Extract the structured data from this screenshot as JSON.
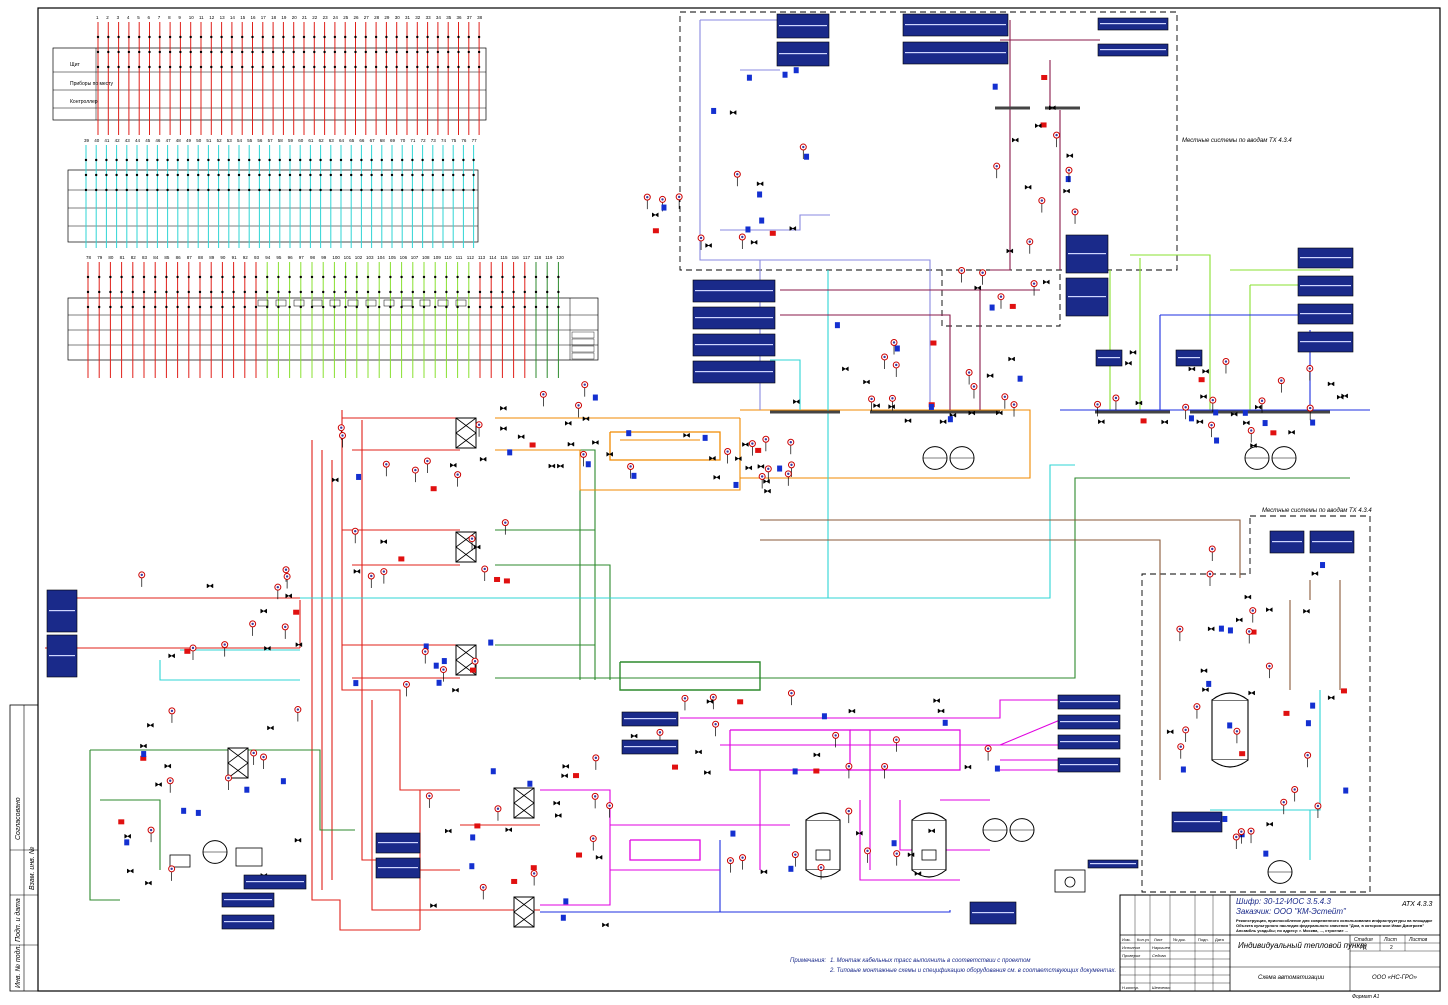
{
  "title_block": {
    "cipher_line": "Шифр: 30-12-ИОС 3.5.4.3",
    "customer_line": "Заказчик: ООО \"КМ-Эстейт\"",
    "sheet_code": "АТХ 4.3.3",
    "description_lines": [
      "Реконструкция, приспособление для современного использования инфраструктуры на площадке",
      "Объекта культурного наследия федерального значения \"Дом, в котором жил Иван Дмитриев\"",
      "Ансамбль усадьбы; по адресу: г. Москва, ..., строение ..."
    ],
    "drawing_title": "Индивидуальный тепловой пункт",
    "drawing_subtitle": "Схема автоматизации",
    "stage_label": "Стадия",
    "sheet_label": "Лист",
    "sheets_label": "Листов",
    "stage_value": "РД",
    "sheet_value": "2",
    "company": "ООО «НС-ГРО»",
    "format": "Формат А1",
    "col_headers": [
      "Изм.",
      "Кол.уч",
      "Лист",
      "№ док.",
      "Подп.",
      "Дата"
    ],
    "staff": [
      {
        "role": "Исполнил",
        "name": "Нарышев"
      },
      {
        "role": "Проверил",
        "name": "Седова"
      },
      {
        "role": "Н.контр.",
        "name": "Шевченко"
      }
    ]
  },
  "notes": {
    "heading": "Примечания:",
    "lines": [
      "1. Монтаж кабельных трасс выполнить в соответствии с проектом",
      "2. Типовые монтажные схемы и спецификацию оборудования см. в соответствующих документах."
    ]
  },
  "frame_labels": {
    "upper_dashed": "Местные системы по вводам ТХ 4.3.4",
    "right_dashed": "Местные системы по вводам ТХ 4.3.4"
  },
  "left_stamp": {
    "items": [
      "Согласовано",
      "Инв. № подл.",
      "Подп. и дата",
      "Взам. инв. №"
    ]
  },
  "terminal_rows": {
    "row1_numbers": [
      "1",
      "2",
      "3",
      "4",
      "5",
      "6",
      "7",
      "8",
      "9",
      "10",
      "11",
      "12",
      "13",
      "14",
      "15",
      "16",
      "17",
      "18",
      "19",
      "20",
      "21",
      "22",
      "23",
      "24",
      "25",
      "26",
      "27",
      "28",
      "29",
      "30",
      "31",
      "32",
      "33",
      "34",
      "35",
      "36",
      "37",
      "38"
    ],
    "row2_numbers": [
      "39",
      "40",
      "41",
      "42",
      "43",
      "44",
      "45",
      "46",
      "47",
      "48",
      "49",
      "50",
      "51",
      "52",
      "53",
      "54",
      "55",
      "56",
      "57",
      "58",
      "59",
      "60",
      "61",
      "62",
      "63",
      "64",
      "65",
      "66",
      "67",
      "68",
      "69",
      "70",
      "71",
      "72",
      "73",
      "74",
      "75",
      "76",
      "77"
    ],
    "row3_numbers": [
      "78",
      "79",
      "80",
      "81",
      "82",
      "83",
      "84",
      "85",
      "86",
      "87",
      "88",
      "89",
      "90",
      "91",
      "92",
      "93",
      "94",
      "95",
      "96",
      "97",
      "98",
      "99",
      "100",
      "101",
      "102",
      "103",
      "104",
      "105",
      "106",
      "107",
      "108",
      "109",
      "110",
      "111",
      "112",
      "113",
      "114",
      "115",
      "116",
      "117",
      "118",
      "119",
      "120"
    ],
    "row_labels": [
      "Щит",
      "Приборы по месту",
      "Контроллер"
    ]
  },
  "colors": {
    "heating_supply": "#e0201a",
    "heating_return": "#2d8a2d",
    "hot_water": "#f08a00",
    "cold_water": "#2fd5d5",
    "dhw": "#e000e0",
    "blue_line": "#1d2fe0",
    "lilac": "#8a8ae0",
    "brown": "#8a5a3a",
    "maroon": "#8a1a4a",
    "lime": "#88e030",
    "label_box": "#1a2a8a"
  }
}
